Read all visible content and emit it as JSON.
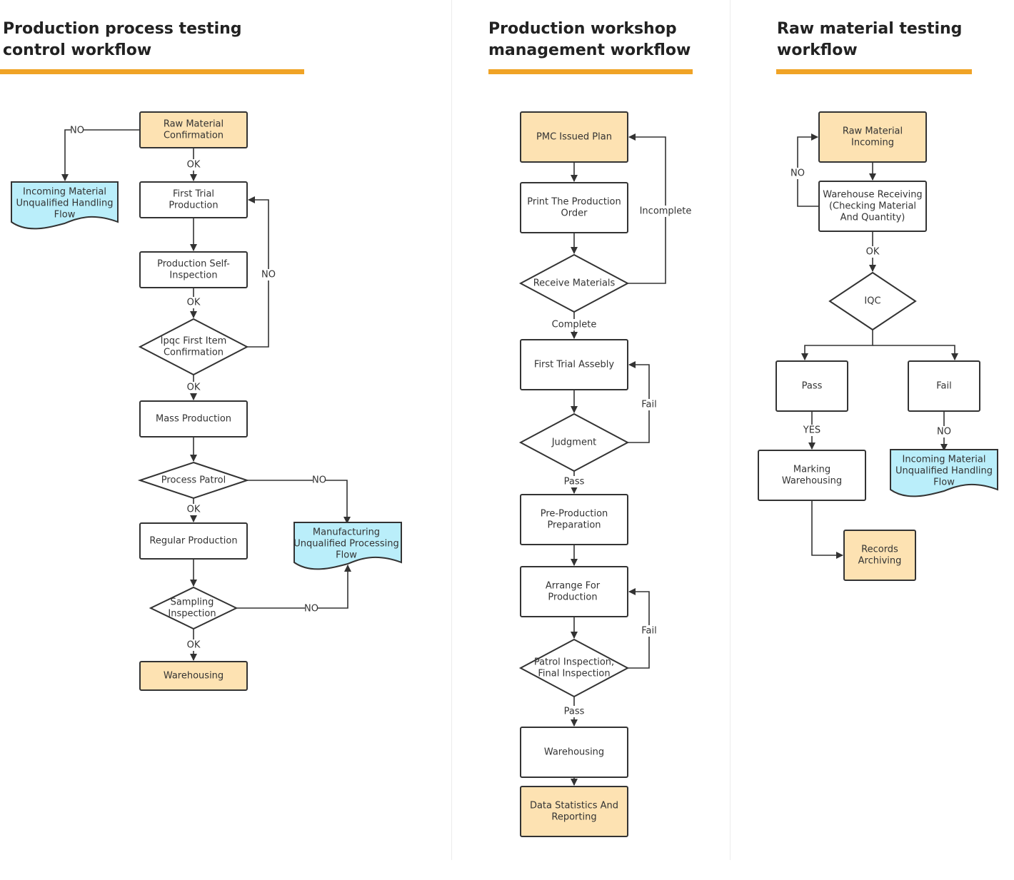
{
  "colors": {
    "start_fill": "#fde2b2",
    "doc_fill": "#baeefa",
    "box_fill": "#ffffff",
    "stroke": "#333333",
    "accent": "#f0a326"
  },
  "columns": [
    {
      "title": [
        "Production process testing",
        "control workflow"
      ],
      "nodes": {
        "raw_material_confirmation": [
          "Raw Material",
          "Confirmation"
        ],
        "incoming_unqualified": [
          "Incoming Material",
          "Unqualified Handling",
          "Flow"
        ],
        "first_trial_production": [
          "First Trial",
          "Production"
        ],
        "self_inspection": [
          "Production Self-",
          "Inspection"
        ],
        "ipqc_confirmation": [
          "Ipqc First Item",
          "Confirmation"
        ],
        "mass_production": [
          "Mass Production"
        ],
        "process_patrol": [
          "Process Patrol"
        ],
        "regular_production": [
          "Regular Production"
        ],
        "manufacturing_unqualified": [
          "Manufacturing",
          "Unqualified Processing",
          "Flow"
        ],
        "sampling_inspection": [
          "Sampling",
          "Inspection"
        ],
        "warehousing": [
          "Warehousing"
        ]
      },
      "edge_labels": {
        "confirm_no": "NO",
        "confirm_ok": "OK",
        "self_ok": "OK",
        "ipqc_no": "NO",
        "ipqc_ok": "OK",
        "patrol_no": "NO",
        "patrol_ok": "OK",
        "sampling_no": "NO",
        "sampling_ok": "OK"
      }
    },
    {
      "title": [
        "Production workshop",
        "management workflow"
      ],
      "nodes": {
        "pmc_plan": [
          "PMC Issued Plan"
        ],
        "print_order": [
          "Print The Production",
          "Order"
        ],
        "receive_materials": [
          "Receive Materials"
        ],
        "first_trial_assembly": [
          "First Trial Assebly"
        ],
        "judgment": [
          "Judgment"
        ],
        "pre_production": [
          "Pre-Production",
          "Preparation"
        ],
        "arrange_production": [
          "Arrange For",
          "Production"
        ],
        "patrol_final": [
          "Patrol Inspection,",
          "Final Inspection"
        ],
        "warehousing": [
          "Warehousing"
        ],
        "data_statistics": [
          "Data Statistics And",
          "Reporting"
        ]
      },
      "edge_labels": {
        "incomplete": "Incomplete",
        "complete": "Complete",
        "judgment_fail": "Fail",
        "judgment_pass": "Pass",
        "patrol_fail": "Fail",
        "patrol_pass": "Pass"
      }
    },
    {
      "title": [
        "Raw material testing",
        "workflow"
      ],
      "nodes": {
        "raw_material_incoming": [
          "Raw Material",
          "Incoming"
        ],
        "warehouse_receiving": [
          "Warehouse Receiving",
          "(Checking Material",
          "And Quantity)"
        ],
        "iqc": [
          "IQC"
        ],
        "pass": [
          "Pass"
        ],
        "fail": [
          "Fail"
        ],
        "marking_warehousing": [
          "Marking",
          "Warehousing"
        ],
        "incoming_unqualified": [
          "Incoming Material",
          "Unqualified Handling",
          "Flow"
        ],
        "records_archiving": [
          "Records",
          "Archiving"
        ]
      },
      "edge_labels": {
        "receiving_no": "NO",
        "receiving_ok": "OK",
        "pass_yes": "YES",
        "fail_no": "NO"
      }
    }
  ]
}
